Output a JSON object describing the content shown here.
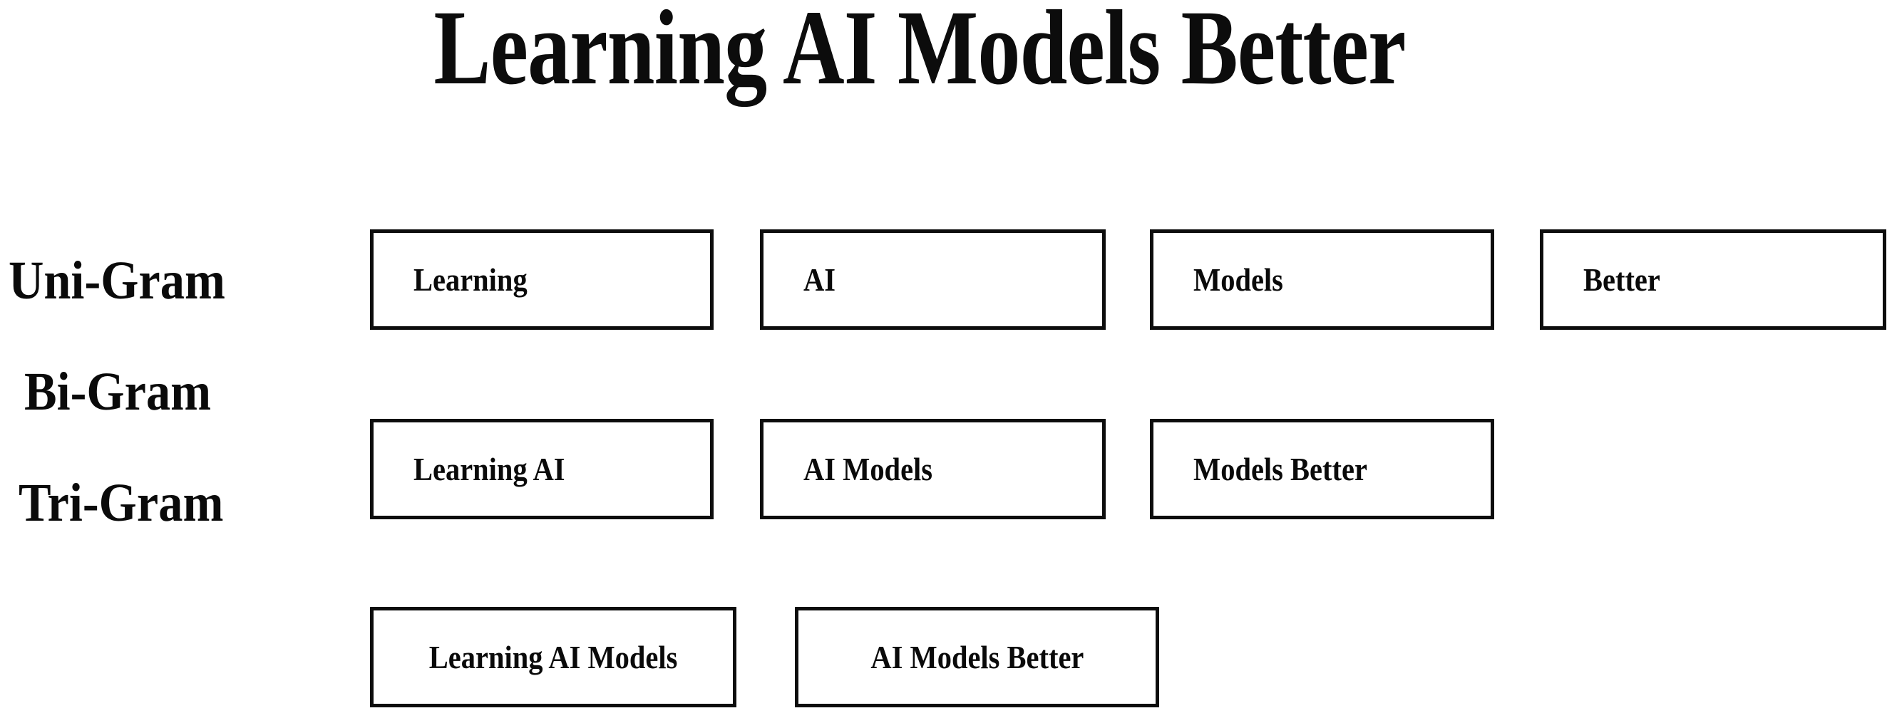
{
  "title": "Learning AI Models Better",
  "rows": [
    {
      "label": "Uni-Gram",
      "tokens": [
        "Learning",
        "AI",
        "Models",
        "Better"
      ]
    },
    {
      "label": "Bi-Gram",
      "tokens": [
        "Learning AI",
        "AI Models",
        "Models Better"
      ]
    },
    {
      "label": "Tri-Gram",
      "tokens": [
        "Learning AI Models",
        "AI Models Better"
      ]
    }
  ],
  "colors": {
    "background": "#ffffff",
    "text": "#0a0a0a",
    "box_border": "#0d0d0d",
    "box_fill": "#ffffff"
  }
}
